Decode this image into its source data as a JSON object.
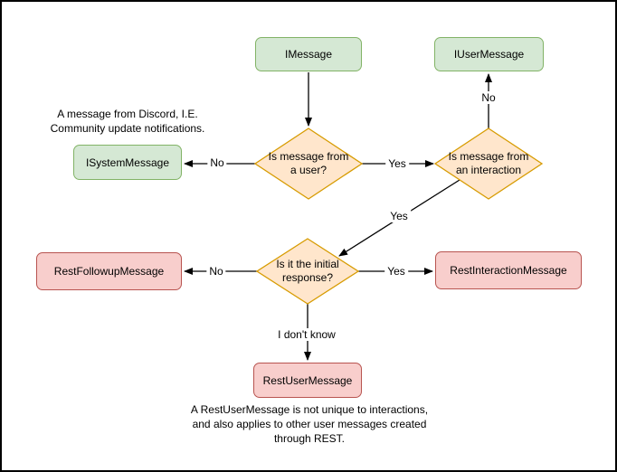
{
  "flowchart": {
    "nodes": [
      {
        "id": "IMessage",
        "label": "IMessage",
        "style": "green"
      },
      {
        "id": "IUserMessage",
        "label": "IUserMessage",
        "style": "green"
      },
      {
        "id": "ISystemMessage",
        "label": "ISystemMessage",
        "style": "green"
      },
      {
        "id": "RestFollowupMessage",
        "label": "RestFollowupMessage",
        "style": "red"
      },
      {
        "id": "RestInteractionMessage",
        "label": "RestInteractionMessage",
        "style": "red"
      },
      {
        "id": "RestUserMessage",
        "label": "RestUserMessage",
        "style": "red"
      }
    ],
    "decisions": [
      {
        "id": "is-message-from-user",
        "label": "Is message from\na user?"
      },
      {
        "id": "is-message-from-interaction",
        "label": "Is message from\nan interaction"
      },
      {
        "id": "is-initial-response",
        "label": "Is it the initial\nresponse?"
      }
    ],
    "edges": [
      {
        "from": "IMessage",
        "to": "Is message from a user?",
        "label": ""
      },
      {
        "from": "Is message from a user?",
        "to": "ISystemMessage",
        "label": "No"
      },
      {
        "from": "Is message from a user?",
        "to": "Is message from an interaction",
        "label": "Yes"
      },
      {
        "from": "Is message from an interaction",
        "to": "IUserMessage",
        "label": "No"
      },
      {
        "from": "Is message from an interaction",
        "to": "Is it the initial response?",
        "label": "Yes"
      },
      {
        "from": "Is it the initial response?",
        "to": "RestFollowupMessage",
        "label": "No"
      },
      {
        "from": "Is it the initial response?",
        "to": "RestInteractionMessage",
        "label": "Yes"
      },
      {
        "from": "Is it the initial response?",
        "to": "RestUserMessage",
        "label": "I don't know"
      }
    ],
    "annotations": [
      {
        "text": "A message from Discord, I.E.\nCommunity update notifications."
      },
      {
        "text": "A RestUserMessage is not unique to interactions,\nand also applies to other user messages created\nthrough REST."
      }
    ],
    "colors": {
      "green_fill": "#d5e8d4",
      "green_border": "#82b366",
      "orange_fill": "#ffe6cc",
      "orange_border": "#d79b00",
      "red_fill": "#f8cecc",
      "red_border": "#b85450",
      "line": "#000000",
      "text": "#000000",
      "background": "#ffffff"
    }
  }
}
